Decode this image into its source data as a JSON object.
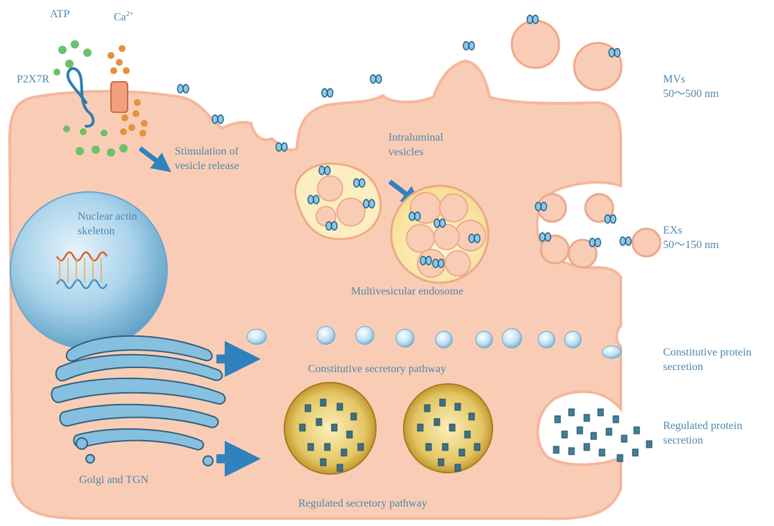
{
  "labels": {
    "atp": "ATP",
    "ca": "Ca",
    "ca_sup": "2+",
    "p2x7r": "P2X7R",
    "stimulation_line1": "Stimulation of",
    "stimulation_line2": "vesicle release",
    "intraluminal_line1": "Intraluminal",
    "intraluminal_line2": "vesicles",
    "mvs_line1": "MVs",
    "mvs_line2": "50～500 nm",
    "nuclear_line1": "Nuclear actin",
    "nuclear_line2": "skeleton",
    "exs_line1": "EXs",
    "exs_line2": "50～150 nm",
    "multivesicular": "Multivesicular endosome",
    "constitutive_pathway": "Constitutive secretory pathway",
    "constitutive_secretion_line1": "Constitutive protein",
    "constitutive_secretion_line2": "secretion",
    "golgi": "Golgi and TGN",
    "regulated_pathway": "Regulated secretory pathway",
    "regulated_secretion_line1": "Regulated protein",
    "regulated_secretion_line2": "secretion"
  },
  "colors": {
    "cell_fill": "#f9cdb5",
    "cell_edge": "#f4b9a0",
    "label_text": "#4f86ad",
    "arrow": "#2f82bd",
    "nucleus": "#9fcbe6",
    "golgi": "#78b7d8",
    "granule": "#c79a2a",
    "atp_dot": "#6cc16a",
    "ca_dot": "#e8913a",
    "receptor": "#3a8ab8"
  }
}
